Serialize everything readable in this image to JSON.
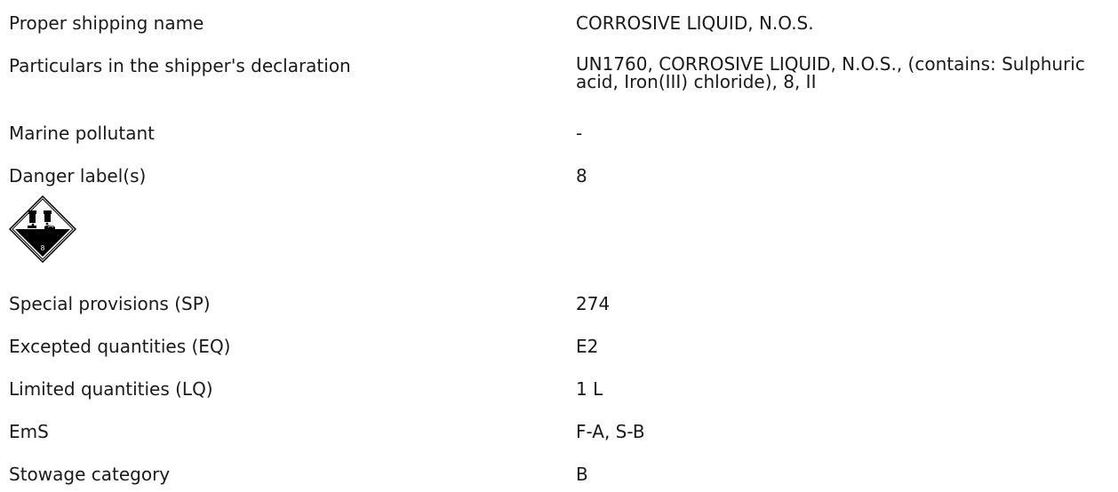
{
  "rows": [
    {
      "label": "Proper shipping name",
      "value": "CORROSIVE LIQUID, N.O.S."
    },
    {
      "label": "Particulars in the shipper's declaration",
      "value": "UN1760, CORROSIVE LIQUID, N.O.S., (contains: Sulphuric acid, Iron(III) chloride), 8, II"
    },
    {
      "label": "Marine pollutant",
      "value": "-"
    },
    {
      "label": "Danger label(s)",
      "value": "8"
    },
    {
      "label": "Special provisions (SP)",
      "value": "274"
    },
    {
      "label": "Excepted quantities (EQ)",
      "value": "E2"
    },
    {
      "label": "Limited quantities (LQ)",
      "value": "1 L"
    },
    {
      "label": "EmS",
      "value": "F-A, S-B"
    },
    {
      "label": "Stowage category",
      "value": "B"
    }
  ],
  "placard": {
    "icon": "corrosive-class-8-placard-icon",
    "class_number": "8"
  }
}
